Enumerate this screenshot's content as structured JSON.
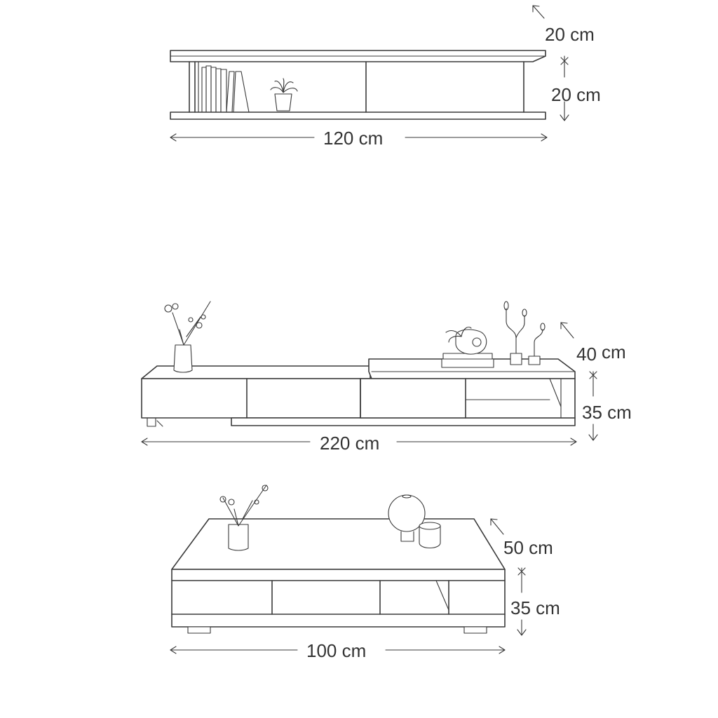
{
  "wall_shelf": {
    "depth": "20 cm",
    "height": "20 cm",
    "width": "120 cm"
  },
  "tv_stand": {
    "depth_value": "40",
    "depth_unit": "cm",
    "height": "35 cm",
    "width": "220 cm"
  },
  "coffee_table": {
    "depth": "50 cm",
    "height": "35 cm",
    "width": "100 cm"
  }
}
